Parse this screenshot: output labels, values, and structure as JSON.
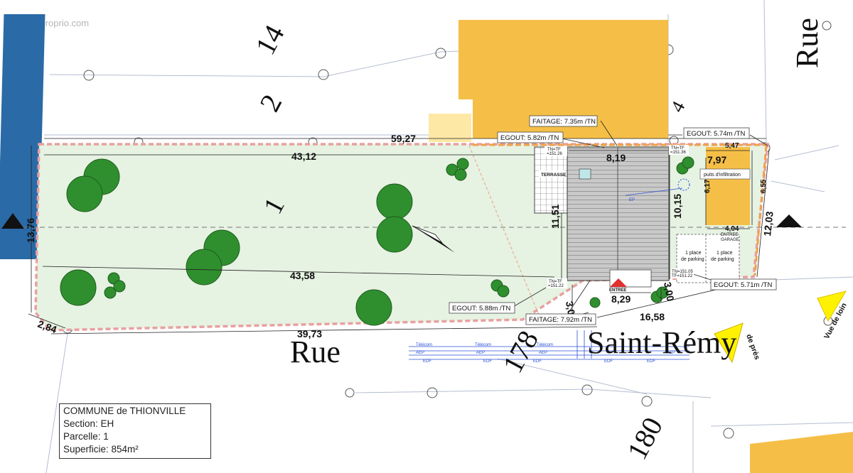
{
  "watermark": "© EtreProprio.com",
  "streets": {
    "rue_bottom": "Rue",
    "saint_remy": "Saint-Rémy",
    "rue_top_right": "Rue"
  },
  "numbers": {
    "n14": "14",
    "n2": "2",
    "n4": "4",
    "n178": "178",
    "n180": "180",
    "parcel": "1"
  },
  "dimensions": {
    "d5927": "59,27",
    "d4312": "43,12",
    "d4358": "43,58",
    "d3973": "39,73",
    "d1376": "13,76",
    "d284": "2,84",
    "d1151": "11,51",
    "d819": "8,19",
    "d1015": "10,15",
    "d829": "8,29",
    "d1658": "16,58",
    "d300a": "3,00",
    "d300b": "3,00",
    "d797": "7,97",
    "d547": "5,47",
    "d617": "6,17",
    "d655": "6,55",
    "d404": "4,04",
    "d1203": "12,03"
  },
  "labels": {
    "faitage_top": "FAITAGE: 7.35m /TN",
    "egout_1": "EGOUT: 5.82m /TN",
    "egout_2": "EGOUT: 5.74m /TN",
    "egout_3": "EGOUT: 5.71m /TN",
    "egout_4": "EGOUT: 5.88m /TN",
    "faitage_bottom": "FAITAGE: 7.92m /TN",
    "terrasse": "TERRASSE",
    "puits": "puits d'infiltration",
    "entree_garage_1": "ENTREE",
    "entree_garage_2": "GARAGE",
    "parking_a_1": "1 place",
    "parking_a_2": "de parking",
    "parking_b_1": "1 place",
    "parking_b_2": "de parking",
    "entree": "ENTREE",
    "ep": "EP",
    "tntf_1_a": "TN=TF",
    "tntf_1_b": "=151.26",
    "tntf_2_a": "TN=TF",
    "tntf_2_b": "=151.36",
    "tntf_3_a": "TN=TF",
    "tntf_3_b": "=151.22",
    "tntf_4_a": "TN=151.05",
    "tntf_4_b": "TF=151.22",
    "vue_de_loin": "Vue de loin",
    "vue_de_pres": "de près"
  },
  "networks": {
    "telecom": "Télécom",
    "aep": "AEP",
    "edf": "EDF"
  },
  "cartouche": {
    "commune": "COMMUNE de THIONVILLE",
    "section": "Section: EH",
    "parcelle": "Parcelle: 1",
    "superficie": "Superficie: 854m²"
  },
  "colors": {
    "neighbor_building": "#f5bf47",
    "neighbor_pale": "#fde8a6",
    "plot_fill": "#e6f2e2",
    "tree": "#2f8f2e",
    "blue_building": "#2a6aa6",
    "boundary": "#e8a0a0",
    "viewpoint": "#fff200"
  }
}
